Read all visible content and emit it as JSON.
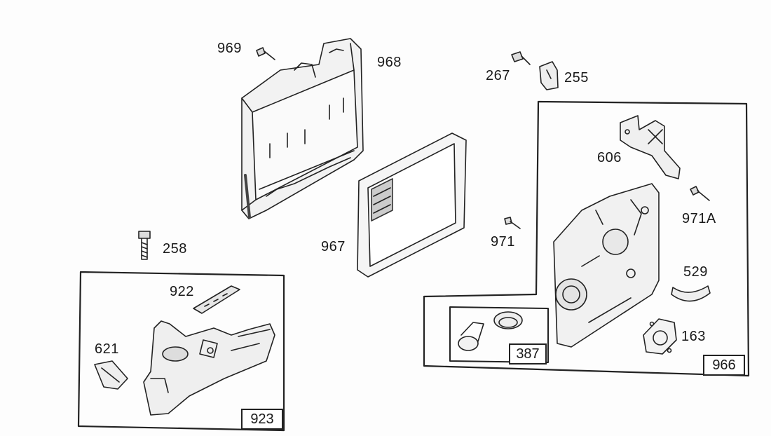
{
  "parts": {
    "p969": "969",
    "p968": "968",
    "p267": "267",
    "p255": "255",
    "p606": "606",
    "p971A": "971A",
    "p258": "258",
    "p967": "967",
    "p971": "971",
    "p529": "529",
    "p922": "922",
    "p163": "163",
    "p621": "621",
    "p387": "387",
    "p966": "966",
    "p923": "923"
  },
  "colors": {
    "ink": "#1a1a1a",
    "paper": "#fdfdfd"
  }
}
